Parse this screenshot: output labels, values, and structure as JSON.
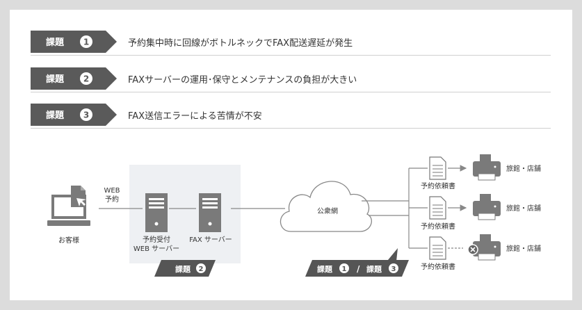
{
  "issues": [
    {
      "tag": "課題",
      "num": "1",
      "text": "予約集中時に回線がボトルネックでFAX配送遅延が発生"
    },
    {
      "tag": "課題",
      "num": "2",
      "text": "FAXサーバーの運用･保守とメンテナンスの負担が大きい"
    },
    {
      "tag": "課題",
      "num": "3",
      "text": "FAX送信エラーによる苦情が不安"
    }
  ],
  "diagram": {
    "customer": "お客様",
    "web_label_1": "WEB",
    "web_label_2": "予約",
    "server1_line1": "予約受付",
    "server1_line2": "WEB サーバー",
    "server2": "FAX サーバー",
    "cloud": "公衆網",
    "doc_label": "予約依頼書",
    "dest_label": "旅館・店舗",
    "badge_tag": "課題",
    "badge_2_num": "2",
    "badge_1_num": "1",
    "badge_3_num": "3",
    "badge_sep": "/"
  },
  "colors": {
    "dark_tag": "#5a5a5a",
    "icon": "#7a7a7a",
    "server_bg": "#eef0f3",
    "error": "#666666"
  }
}
